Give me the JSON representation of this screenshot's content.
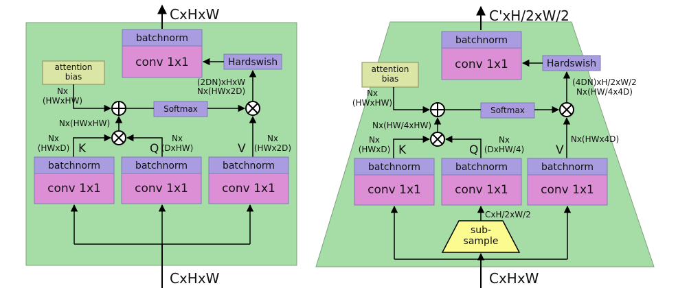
{
  "left": {
    "output_label": "CxHxW",
    "input_label": "CxHxW",
    "top_block": {
      "norm": "batchnorm",
      "conv": "conv 1x1"
    },
    "attention_bias": "attention\nbias",
    "hardswish": "Hardswish",
    "softmax": "Softmax",
    "branches": [
      {
        "letter": "K",
        "norm": "batchnorm",
        "conv": "conv 1x1"
      },
      {
        "letter": "Q",
        "norm": "batchnorm",
        "conv": "conv 1x1"
      },
      {
        "letter": "V",
        "norm": "batchnorm",
        "conv": "conv 1x1"
      }
    ],
    "dims": {
      "bias": "Nx\n(HWxHW)",
      "qk_product": "Nx(HWxHW)",
      "k": "Nx\n(HWxD)",
      "q": "Nx\n(DxHW)",
      "v": "Nx\n(HWx2D)",
      "attn_out": "(2DN)xHxW\nNx(HWx2D)"
    }
  },
  "right": {
    "output_label": "C'xH/2xW/2",
    "input_label": "CxHxW",
    "top_block": {
      "norm": "batchnorm",
      "conv": "conv 1x1"
    },
    "attention_bias": "attention\nbias",
    "hardswish": "Hardswish",
    "softmax": "Softmax",
    "subsample": "sub-\nsample",
    "subsample_out": "CxH/2xW/2",
    "branches": [
      {
        "letter": "K",
        "norm": "batchnorm",
        "conv": "conv 1x1"
      },
      {
        "letter": "Q",
        "norm": "batchnorm",
        "conv": "conv 1x1"
      },
      {
        "letter": "V",
        "norm": "batchnorm",
        "conv": "conv 1x1"
      }
    ],
    "dims": {
      "bias": "Nx\n(HWxHW)",
      "qk_product": "Nx(HW/4xHW)",
      "k": "Nx\n(HWxD)",
      "q": "Nx\n(DxHW/4)",
      "v": "Nx(HWx4D)",
      "attn_out": "(4DN)xH/2xW/2\nNx(HW/4x4D)"
    }
  },
  "colors": {
    "panel": "#a6dca6",
    "panel_border": "#7aa37a",
    "norm": "#a99ce0",
    "conv": "#dd8fd6",
    "bias": "#dbe6a6",
    "subsample": "#fbfb8f",
    "block_border": "#7b7bb5"
  }
}
